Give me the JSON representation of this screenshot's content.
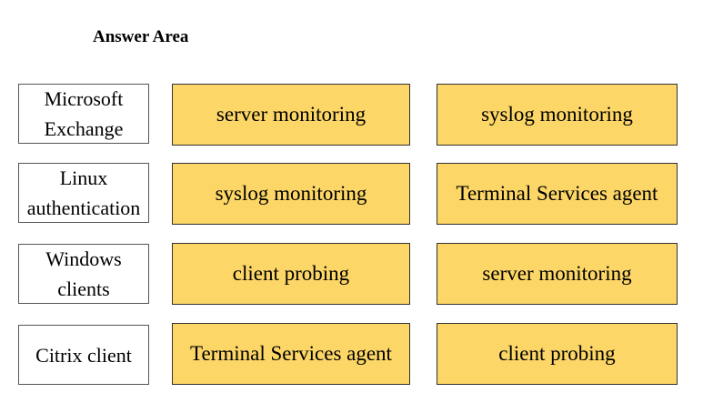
{
  "title": "Answer Area",
  "rows": [
    {
      "label": "Microsoft Exchange",
      "options": [
        "server monitoring",
        "syslog monitoring"
      ]
    },
    {
      "label": "Linux authentication",
      "options": [
        "syslog monitoring",
        "Terminal Services agent"
      ]
    },
    {
      "label": "Windows clients",
      "options": [
        "client probing",
        "server monitoring"
      ]
    },
    {
      "label": "Citrix client",
      "options": [
        "Terminal Services agent",
        "client probing"
      ]
    }
  ],
  "colors": {
    "option_fill": "#fcd666",
    "option_border": "#333333",
    "label_border": "#555555"
  }
}
